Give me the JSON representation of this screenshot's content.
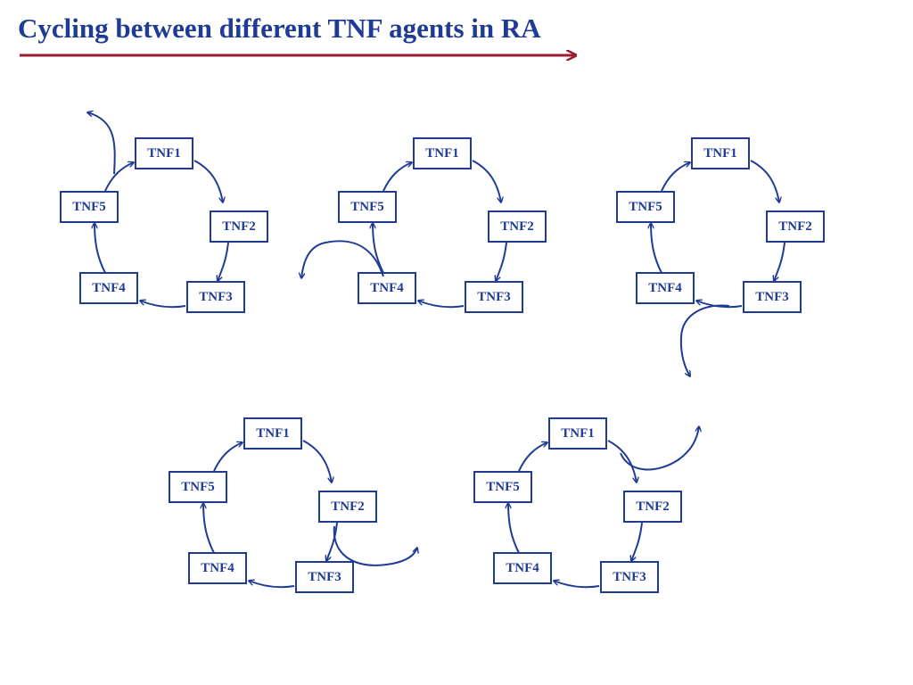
{
  "title": "Cycling between different TNF agents in RA",
  "colors": {
    "title": "#1f3b94",
    "node": "#1f3b94",
    "arrow": "#1f3b94",
    "underline": "#9b1c31"
  },
  "diagrams": [
    {
      "nodes": [
        "TNF1",
        "TNF2",
        "TNF3",
        "TNF4",
        "TNF5"
      ]
    },
    {
      "nodes": [
        "TNF1",
        "TNF2",
        "TNF3",
        "TNF4",
        "TNF5"
      ]
    },
    {
      "nodes": [
        "TNF1",
        "TNF2",
        "TNF3",
        "TNF4",
        "TNF5"
      ]
    },
    {
      "nodes": [
        "TNF1",
        "TNF2",
        "TNF3",
        "TNF4",
        "TNF5"
      ]
    },
    {
      "nodes": [
        "TNF1",
        "TNF2",
        "TNF3",
        "TNF4",
        "TNF5"
      ]
    }
  ]
}
